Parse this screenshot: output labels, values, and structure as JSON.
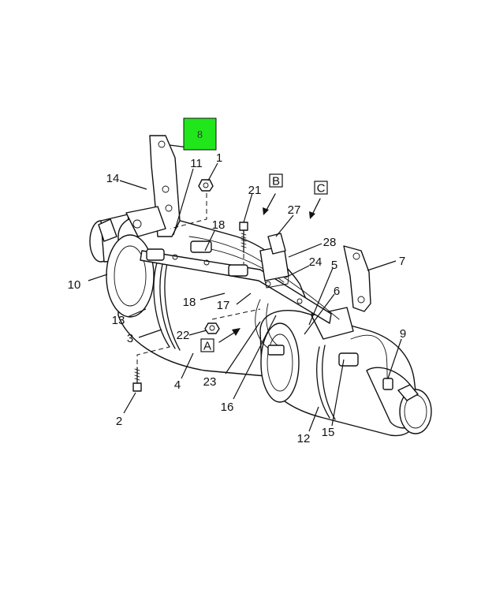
{
  "diagram": {
    "highlighted_callout": "8",
    "callouts": [
      "1",
      "2",
      "3",
      "4",
      "5",
      "6",
      "7",
      "9",
      "10",
      "11",
      "12",
      "13",
      "14",
      "15",
      "16",
      "17",
      "18",
      "18",
      "21",
      "22",
      "23",
      "24",
      "27",
      "28"
    ],
    "view_labels": [
      "A",
      "B",
      "C"
    ]
  }
}
